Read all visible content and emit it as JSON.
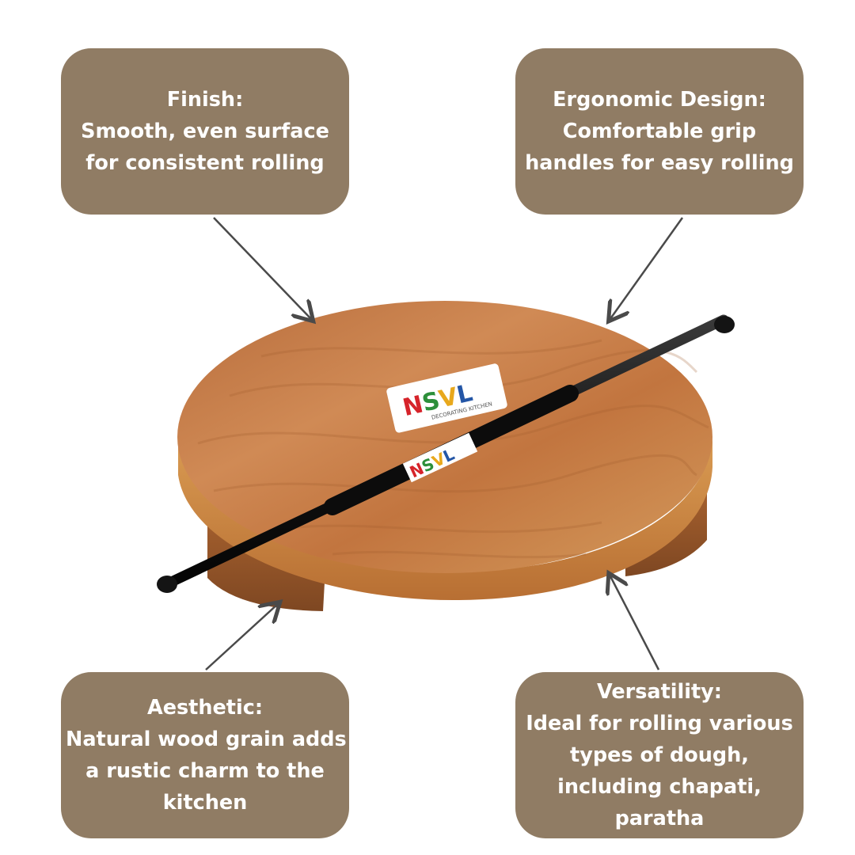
{
  "callouts": {
    "finish": {
      "lines": [
        "Finish:",
        "Smooth, even surface",
        "for consistent rolling"
      ]
    },
    "ergonomic": {
      "lines": [
        "Ergonomic Design:",
        "Comfortable grip",
        "handles for easy rolling"
      ]
    },
    "aesthetic": {
      "lines": [
        "Aesthetic:",
        "Natural wood grain adds",
        "a rustic charm to the",
        "kitchen"
      ]
    },
    "versatility": {
      "lines": [
        "Versatility:",
        "Ideal for rolling various",
        "types of dough,",
        "including chapati,",
        "paratha"
      ]
    }
  },
  "brand": {
    "logo": "NSVL",
    "tagline": "DECORATING KITCHEN"
  },
  "colors": {
    "callout_bg": "#907c64",
    "callout_text": "#ffffff",
    "wood": "#c77a45",
    "rolling_pin": "#141414",
    "arrow": "#4a4a4a"
  }
}
